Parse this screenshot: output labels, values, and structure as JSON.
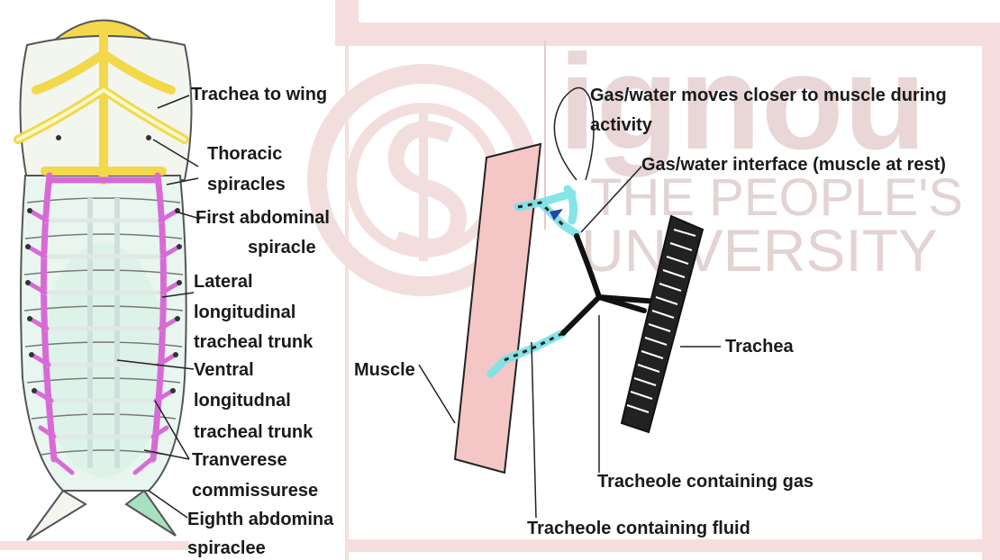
{
  "watermark": {
    "brand": "ignou",
    "tagline_1": "THE PEOPLE'S",
    "tagline_2": "UNIVERSITY"
  },
  "left_diagram": {
    "labels": {
      "trachea_to_wing": "Trachea to wing",
      "thoracic_spiracles_1": "Thoracic",
      "thoracic_spiracles_2": "spiracles",
      "first_abdominal_1": "First abdominal",
      "first_abdominal_2": "spiracle",
      "lateral_1": "Lateral",
      "lateral_2": "longitudinal",
      "lateral_3": "tracheal trunk",
      "ventral_1": "Ventral",
      "ventral_2": "longitudnal",
      "ventral_3": "tracheal trunk",
      "transverse_1": "Tranverese",
      "transverse_2": "commissurese",
      "eighth_1": "Eighth abdomina",
      "eighth_2": "spiraclee"
    }
  },
  "right_diagram": {
    "labels": {
      "gas_moves_1": "Gas/water moves closer to muscle during",
      "gas_moves_2": "activity",
      "interface": "Gas/water interface (muscle at rest)",
      "muscle": "Muscle",
      "trachea": "Trachea",
      "tracheole_gas": "Tracheole containing gas",
      "tracheole_fluid": "Tracheole containing fluid"
    }
  },
  "colors": {
    "pink_border": "#f7dede",
    "muscle_fill": "#f5c6c6",
    "fluid": "#7fe3e6",
    "wing_trachea": "#f2d84a",
    "tracheal_trunk": "#d86ad8",
    "body_tint": "#d9f2e8"
  }
}
